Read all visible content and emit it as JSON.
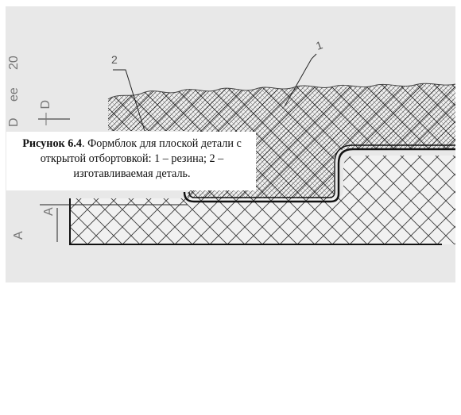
{
  "figure": {
    "leader_labels": [
      "2",
      "1"
    ],
    "side_labels": [
      "20",
      "ee",
      "D",
      "— D",
      "A",
      "A"
    ],
    "colors": {
      "panel": "#e8e8e8",
      "hatch": "#3a3a3a",
      "outline": "#111111"
    }
  },
  "caption": {
    "number": "Рисунок 6.4",
    "text": ". Формблок для плоской детали с открытой отбортовкой: 1 – резина; 2 – изготавливаемая деталь."
  }
}
